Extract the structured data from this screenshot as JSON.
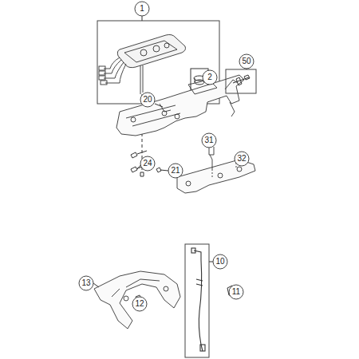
{
  "diagram": {
    "labels": [
      "1",
      "2",
      "50",
      "20",
      "31",
      "32",
      "24",
      "21",
      "10",
      "11",
      "13",
      "12"
    ]
  }
}
